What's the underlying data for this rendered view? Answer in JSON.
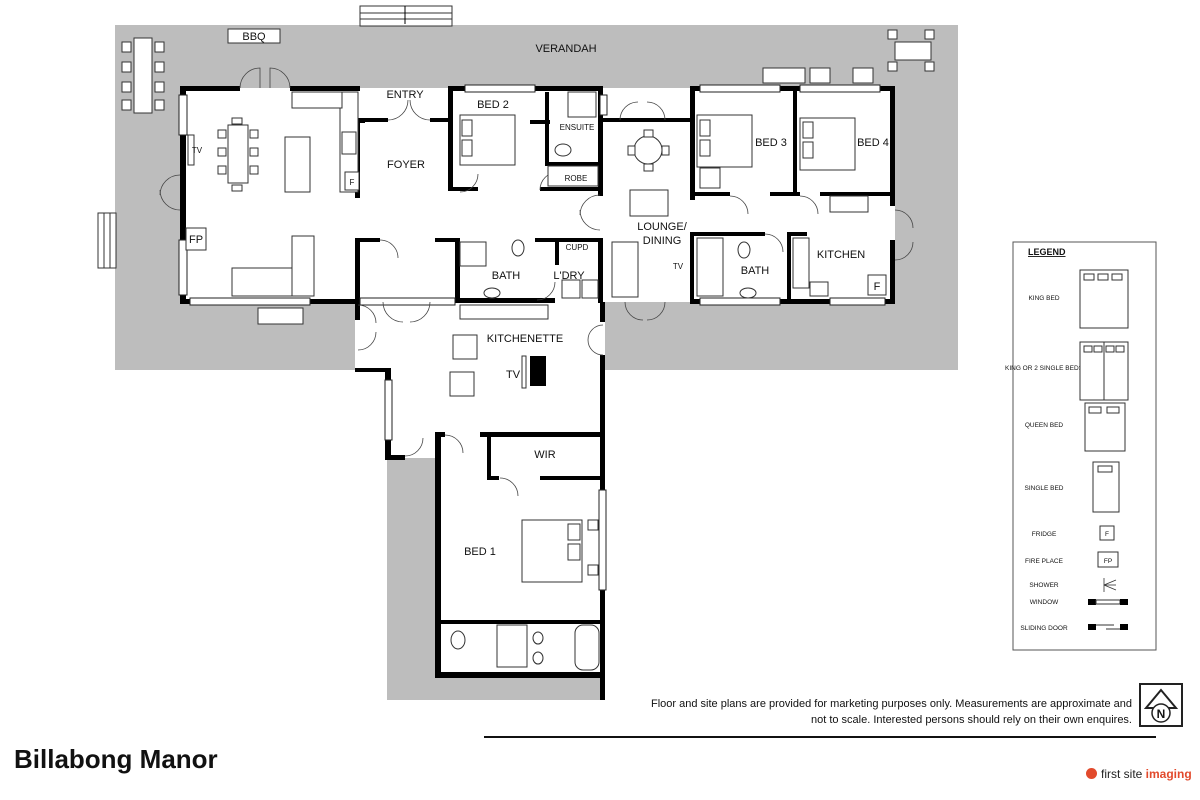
{
  "labels": {
    "verandah": "VERANDAH",
    "bbq": "BBQ",
    "entry": "ENTRY",
    "foyer": "FOYER",
    "bed2": "BED 2",
    "ensuite": "ENSUITE",
    "robe": "ROBE",
    "bed3": "BED 3",
    "bed4": "BED 4",
    "lounge_line1": "LOUNGE/",
    "lounge_line2": "DINING",
    "kitchen": "KITCHEN",
    "bath_a": "BATH",
    "laundry": "L'DRY",
    "cupd": "CUPD",
    "bath_b": "BATH",
    "kitchenette": "KITCHENETTE",
    "wir": "WIR",
    "bed1": "BED 1",
    "tv": "TV",
    "fp": "FP",
    "f": "F"
  },
  "legend": {
    "title": "LEGEND",
    "items": [
      "KING BED",
      "KING OR 2 SINGLE BEDS",
      "QUEEN BED",
      "SINGLE BED",
      "FRIDGE",
      "FIRE PLACE",
      "SHOWER",
      "WINDOW",
      "SLIDING DOOR"
    ],
    "fridge_symbol": "F",
    "fireplace_symbol": "FP"
  },
  "compass": {
    "letter": "N"
  },
  "disclaimer": "Floor and site plans are provided for marketing purposes only. Measurements are approximate and not to scale. Interested persons should rely on their own enquires.",
  "title": "Billabong Manor",
  "brand": {
    "prefix": "first site ",
    "highlight": "imaging"
  },
  "colors": {
    "verandah": "#bdbdbd",
    "wall": "#000000",
    "brand": "#e24a2c"
  }
}
